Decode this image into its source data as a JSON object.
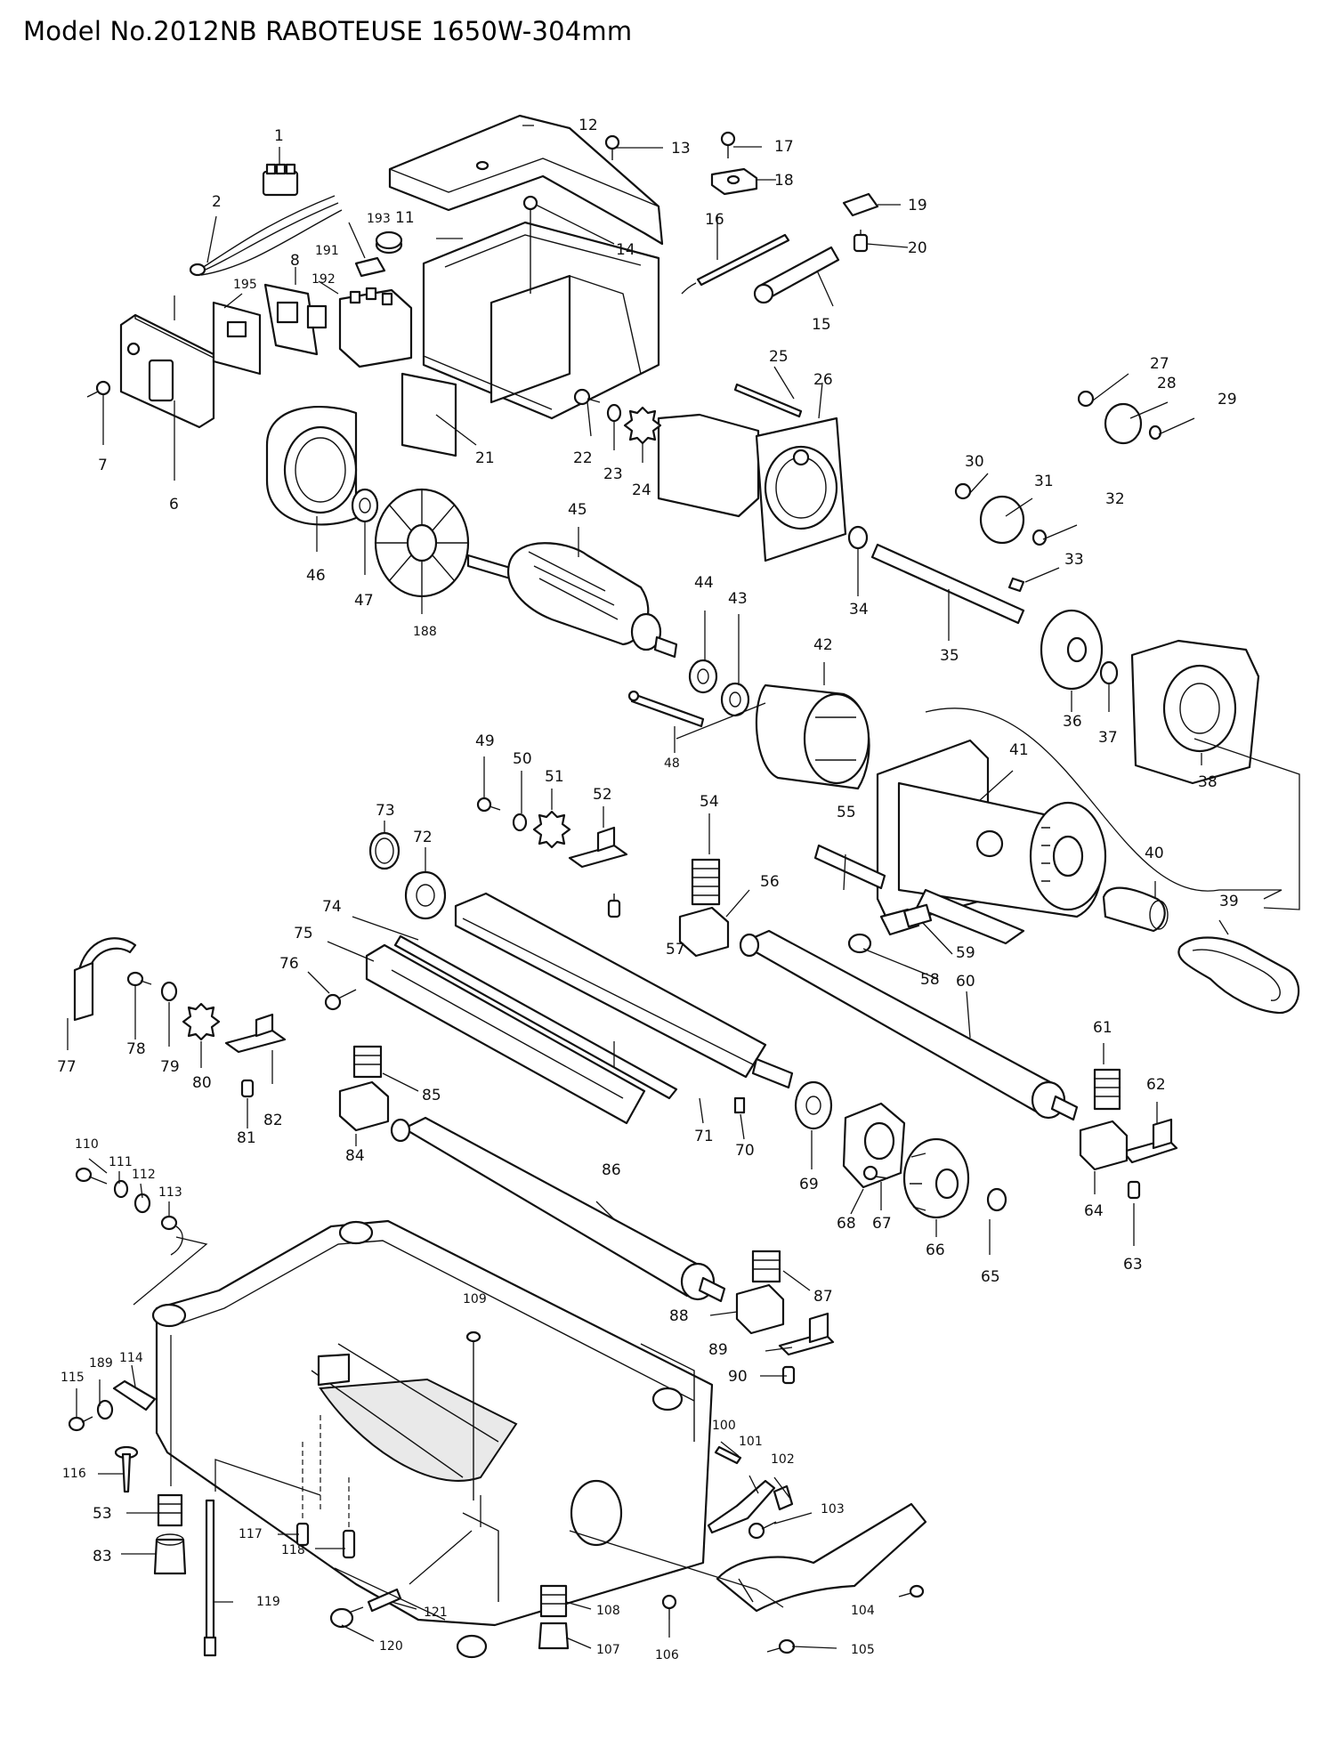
{
  "title": "Model No.2012NB RABOTEUSE 1650W-304mm",
  "callouts": [
    {
      "id": "c1",
      "label": "1"
    },
    {
      "id": "c2",
      "label": "2"
    },
    {
      "id": "c6",
      "label": "6"
    },
    {
      "id": "c7",
      "label": "7"
    },
    {
      "id": "c8",
      "label": "8"
    },
    {
      "id": "c11",
      "label": "11"
    },
    {
      "id": "c12",
      "label": "12"
    },
    {
      "id": "c13",
      "label": "13"
    },
    {
      "id": "c14",
      "label": "14"
    },
    {
      "id": "c15",
      "label": "15"
    },
    {
      "id": "c16",
      "label": "16"
    },
    {
      "id": "c17",
      "label": "17"
    },
    {
      "id": "c18",
      "label": "18"
    },
    {
      "id": "c19",
      "label": "19"
    },
    {
      "id": "c20",
      "label": "20"
    },
    {
      "id": "c21",
      "label": "21"
    },
    {
      "id": "c22",
      "label": "22"
    },
    {
      "id": "c23",
      "label": "23"
    },
    {
      "id": "c24",
      "label": "24"
    },
    {
      "id": "c25",
      "label": "25"
    },
    {
      "id": "c26",
      "label": "26"
    },
    {
      "id": "c27",
      "label": "27"
    },
    {
      "id": "c28",
      "label": "28"
    },
    {
      "id": "c29",
      "label": "29"
    },
    {
      "id": "c30",
      "label": "30"
    },
    {
      "id": "c31",
      "label": "31"
    },
    {
      "id": "c32",
      "label": "32"
    },
    {
      "id": "c33",
      "label": "33"
    },
    {
      "id": "c34",
      "label": "34"
    },
    {
      "id": "c35",
      "label": "35"
    },
    {
      "id": "c36",
      "label": "36"
    },
    {
      "id": "c37",
      "label": "37"
    },
    {
      "id": "c38",
      "label": "38"
    },
    {
      "id": "c39",
      "label": "39"
    },
    {
      "id": "c40",
      "label": "40"
    },
    {
      "id": "c41",
      "label": "41"
    },
    {
      "id": "c42",
      "label": "42"
    },
    {
      "id": "c43",
      "label": "43"
    },
    {
      "id": "c44",
      "label": "44"
    },
    {
      "id": "c45",
      "label": "45"
    },
    {
      "id": "c46",
      "label": "46"
    },
    {
      "id": "c47",
      "label": "47"
    },
    {
      "id": "c48",
      "label": "48"
    },
    {
      "id": "c49",
      "label": "49"
    },
    {
      "id": "c50",
      "label": "50"
    },
    {
      "id": "c51",
      "label": "51"
    },
    {
      "id": "c52",
      "label": "52"
    },
    {
      "id": "c53",
      "label": "53"
    },
    {
      "id": "c54",
      "label": "54"
    },
    {
      "id": "c55",
      "label": "55"
    },
    {
      "id": "c56",
      "label": "56"
    },
    {
      "id": "c57",
      "label": "57"
    },
    {
      "id": "c58",
      "label": "58"
    },
    {
      "id": "c59",
      "label": "59"
    },
    {
      "id": "c60",
      "label": "60"
    },
    {
      "id": "c61",
      "label": "61"
    },
    {
      "id": "c62",
      "label": "62"
    },
    {
      "id": "c63",
      "label": "63"
    },
    {
      "id": "c64",
      "label": "64"
    },
    {
      "id": "c65",
      "label": "65"
    },
    {
      "id": "c66",
      "label": "66"
    },
    {
      "id": "c67",
      "label": "67"
    },
    {
      "id": "c68",
      "label": "68"
    },
    {
      "id": "c69",
      "label": "69"
    },
    {
      "id": "c70",
      "label": "70"
    },
    {
      "id": "c71",
      "label": "71"
    },
    {
      "id": "c72",
      "label": "72"
    },
    {
      "id": "c73",
      "label": "73"
    },
    {
      "id": "c74",
      "label": "74"
    },
    {
      "id": "c75",
      "label": "75"
    },
    {
      "id": "c76",
      "label": "76"
    },
    {
      "id": "c77",
      "label": "77"
    },
    {
      "id": "c78",
      "label": "78"
    },
    {
      "id": "c79",
      "label": "79"
    },
    {
      "id": "c80",
      "label": "80"
    },
    {
      "id": "c81",
      "label": "81"
    },
    {
      "id": "c82",
      "label": "82"
    },
    {
      "id": "c83",
      "label": "83"
    },
    {
      "id": "c84",
      "label": "84"
    },
    {
      "id": "c85",
      "label": "85"
    },
    {
      "id": "c86",
      "label": "86"
    },
    {
      "id": "c87",
      "label": "87"
    },
    {
      "id": "c88",
      "label": "88"
    },
    {
      "id": "c89",
      "label": "89"
    },
    {
      "id": "c90",
      "label": "90"
    },
    {
      "id": "c100",
      "label": "100"
    },
    {
      "id": "c101",
      "label": "101"
    },
    {
      "id": "c102",
      "label": "102"
    },
    {
      "id": "c103",
      "label": "103"
    },
    {
      "id": "c104",
      "label": "104"
    },
    {
      "id": "c105",
      "label": "105"
    },
    {
      "id": "c106",
      "label": "106"
    },
    {
      "id": "c107",
      "label": "107"
    },
    {
      "id": "c108",
      "label": "108"
    },
    {
      "id": "c109",
      "label": "109"
    },
    {
      "id": "c110",
      "label": "110"
    },
    {
      "id": "c111",
      "label": "111"
    },
    {
      "id": "c112",
      "label": "112"
    },
    {
      "id": "c113",
      "label": "113"
    },
    {
      "id": "c114",
      "label": "114"
    },
    {
      "id": "c115",
      "label": "115"
    },
    {
      "id": "c116",
      "label": "116"
    },
    {
      "id": "c117",
      "label": "117"
    },
    {
      "id": "c118",
      "label": "118"
    },
    {
      "id": "c119",
      "label": "119"
    },
    {
      "id": "c120",
      "label": "120"
    },
    {
      "id": "c121",
      "label": "121"
    },
    {
      "id": "c188",
      "label": "188"
    },
    {
      "id": "c189",
      "label": "189"
    },
    {
      "id": "c191",
      "label": "191"
    },
    {
      "id": "c192",
      "label": "192"
    },
    {
      "id": "c193",
      "label": "193"
    },
    {
      "id": "c195",
      "label": "195"
    }
  ]
}
